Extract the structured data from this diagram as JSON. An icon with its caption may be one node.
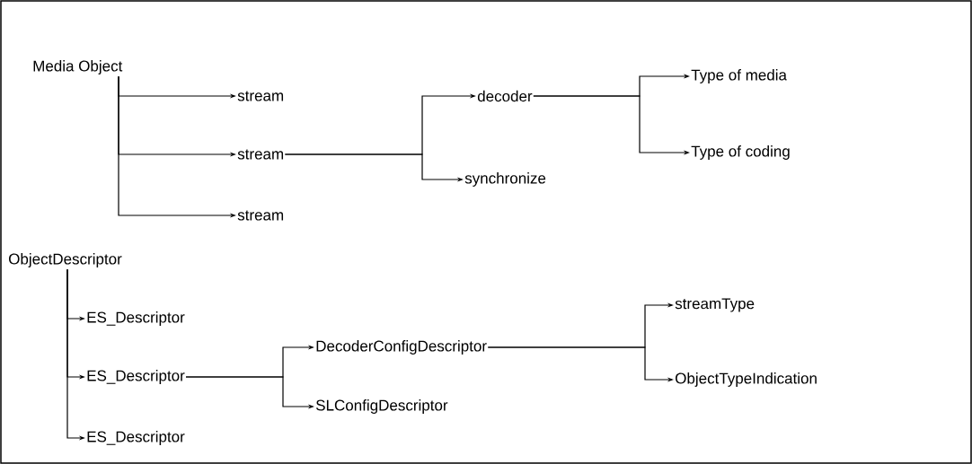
{
  "diagram": {
    "nodes": [
      {
        "text": [
          "Media Object"
        ]
      },
      {
        "text": [
          "stream"
        ]
      },
      {
        "text": [
          "stream"
        ]
      },
      {
        "text": [
          "stream"
        ]
      },
      {
        "text": [
          "decoder"
        ]
      },
      {
        "text": [
          "synchronize"
        ]
      },
      {
        "text": [
          "Type of media"
        ]
      },
      {
        "text": [
          "Type of coding"
        ]
      },
      {
        "text": [
          "ObjectDescriptor"
        ]
      },
      {
        "text": [
          "ES_Descriptor"
        ]
      },
      {
        "text": [
          "ES_Descriptor"
        ]
      },
      {
        "text": [
          "ES_Descriptor"
        ]
      },
      {
        "text": [
          "DecoderConfigDescriptor"
        ]
      },
      {
        "text": [
          "SLConfigDescriptor"
        ]
      },
      {
        "text": [
          "streamType"
        ]
      },
      {
        "text": [
          "ObjectTypeIndication"
        ]
      }
    ],
    "edges": [
      {
        "from": 0,
        "to": 1,
        "arrow": "to"
      },
      {
        "from": 0,
        "to": 2,
        "arrow": "to"
      },
      {
        "from": 0,
        "to": 3,
        "arrow": "to"
      },
      {
        "from": 2,
        "to": 4,
        "arrow": "to"
      },
      {
        "from": 2,
        "to": 5,
        "arrow": "to"
      },
      {
        "from": 4,
        "to": 6,
        "arrow": "to"
      },
      {
        "from": 4,
        "to": 7,
        "arrow": "to"
      },
      {
        "from": 8,
        "to": 9,
        "arrow": "to"
      },
      {
        "from": 8,
        "to": 10,
        "arrow": "to"
      },
      {
        "from": 8,
        "to": 11,
        "arrow": "to"
      },
      {
        "from": 10,
        "to": 12,
        "arrow": "to"
      },
      {
        "from": 10,
        "to": 13,
        "arrow": "to"
      },
      {
        "from": 12,
        "to": 14,
        "arrow": "to"
      },
      {
        "from": 12,
        "to": 15,
        "arrow": "to"
      }
    ]
  }
}
